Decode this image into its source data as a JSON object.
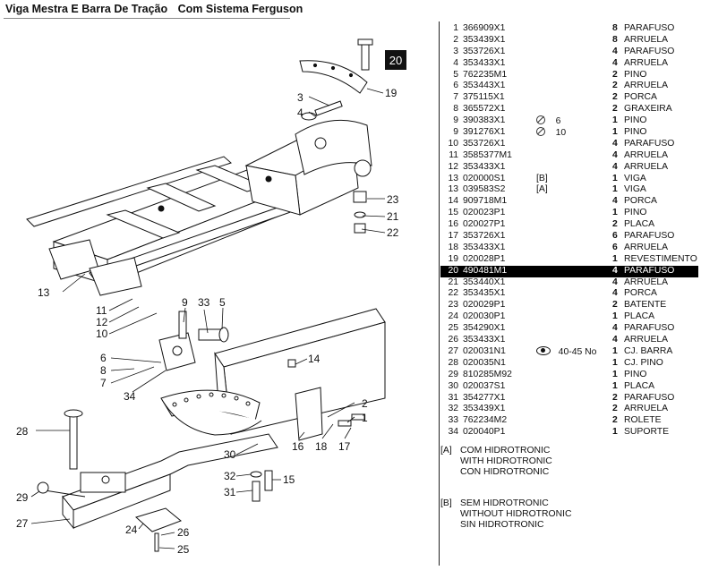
{
  "header": {
    "title": "Viga Mestra E Barra De Tração",
    "subtitle": "Com Sistema Ferguson"
  },
  "highlight_badge": "20",
  "callouts": [
    "1",
    "2",
    "3",
    "4",
    "5",
    "6",
    "7",
    "8",
    "9",
    "10",
    "11",
    "12",
    "13",
    "14",
    "15",
    "16",
    "17",
    "18",
    "19",
    "21",
    "22",
    "23",
    "24",
    "25",
    "26",
    "27",
    "28",
    "29",
    "30",
    "31",
    "32",
    "33",
    "34"
  ],
  "parts": [
    {
      "ref": "1",
      "pn": "366909X1",
      "note": "",
      "qty": "8",
      "desc": "PARAFUSO"
    },
    {
      "ref": "2",
      "pn": "353439X1",
      "note": "",
      "qty": "8",
      "desc": "ARRUELA"
    },
    {
      "ref": "3",
      "pn": "353726X1",
      "note": "",
      "qty": "4",
      "desc": "PARAFUSO"
    },
    {
      "ref": "4",
      "pn": "353433X1",
      "note": "",
      "qty": "4",
      "desc": "ARRUELA"
    },
    {
      "ref": "5",
      "pn": "762235M1",
      "note": "",
      "qty": "2",
      "desc": "PINO"
    },
    {
      "ref": "6",
      "pn": "353443X1",
      "note": "",
      "qty": "2",
      "desc": "ARRUELA"
    },
    {
      "ref": "7",
      "pn": "375115X1",
      "note": "",
      "qty": "2",
      "desc": "PORCA"
    },
    {
      "ref": "8",
      "pn": "365572X1",
      "note": "",
      "qty": "2",
      "desc": "GRAXEIRA"
    },
    {
      "ref": "9",
      "pn": "390383X1",
      "note": "6",
      "icon": "diameter",
      "qty": "1",
      "desc": "PINO"
    },
    {
      "ref": "9",
      "pn": "391276X1",
      "note": "10",
      "icon": "diameter",
      "qty": "1",
      "desc": "PINO"
    },
    {
      "ref": "10",
      "pn": "353726X1",
      "note": "",
      "qty": "4",
      "desc": "PARAFUSO"
    },
    {
      "ref": "11",
      "pn": "3585377M1",
      "note": "",
      "qty": "4",
      "desc": "ARRUELA"
    },
    {
      "ref": "12",
      "pn": "353433X1",
      "note": "",
      "qty": "4",
      "desc": "ARRUELA"
    },
    {
      "ref": "13",
      "pn": "020000S1",
      "note": "[B]",
      "qty": "1",
      "desc": "VIGA"
    },
    {
      "ref": "13",
      "pn": "039583S2",
      "note": "[A]",
      "qty": "1",
      "desc": "VIGA"
    },
    {
      "ref": "14",
      "pn": "909718M1",
      "note": "",
      "qty": "4",
      "desc": "PORCA"
    },
    {
      "ref": "15",
      "pn": "020023P1",
      "note": "",
      "qty": "1",
      "desc": "PINO"
    },
    {
      "ref": "16",
      "pn": "020027P1",
      "note": "",
      "qty": "2",
      "desc": "PLACA"
    },
    {
      "ref": "17",
      "pn": "353726X1",
      "note": "",
      "qty": "6",
      "desc": "PARAFUSO"
    },
    {
      "ref": "18",
      "pn": "353433X1",
      "note": "",
      "qty": "6",
      "desc": "ARRUELA"
    },
    {
      "ref": "19",
      "pn": "020028P1",
      "note": "",
      "qty": "1",
      "desc": "REVESTIMENTO"
    },
    {
      "ref": "20",
      "pn": "490481M1",
      "note": "",
      "qty": "4",
      "desc": "PARAFUSO",
      "highlight": true
    },
    {
      "ref": "21",
      "pn": "353440X1",
      "note": "",
      "qty": "4",
      "desc": "ARRUELA"
    },
    {
      "ref": "22",
      "pn": "353435X1",
      "note": "",
      "qty": "4",
      "desc": "PORCA"
    },
    {
      "ref": "23",
      "pn": "020029P1",
      "note": "",
      "qty": "2",
      "desc": "BATENTE"
    },
    {
      "ref": "24",
      "pn": "020030P1",
      "note": "",
      "qty": "1",
      "desc": "PLACA"
    },
    {
      "ref": "25",
      "pn": "354290X1",
      "note": "",
      "qty": "4",
      "desc": "PARAFUSO"
    },
    {
      "ref": "26",
      "pn": "353433X1",
      "note": "",
      "qty": "4",
      "desc": "ARRUELA"
    },
    {
      "ref": "27",
      "pn": "020031N1",
      "note": "40-45 No",
      "icon": "eye",
      "qty": "1",
      "desc": "CJ. BARRA"
    },
    {
      "ref": "28",
      "pn": "020035N1",
      "note": "",
      "qty": "1",
      "desc": "CJ. PINO"
    },
    {
      "ref": "29",
      "pn": "810285M92",
      "note": "",
      "qty": "1",
      "desc": "PINO"
    },
    {
      "ref": "30",
      "pn": "020037S1",
      "note": "",
      "qty": "1",
      "desc": "PLACA"
    },
    {
      "ref": "31",
      "pn": "354277X1",
      "note": "",
      "qty": "2",
      "desc": "PARAFUSO"
    },
    {
      "ref": "32",
      "pn": "353439X1",
      "note": "",
      "qty": "2",
      "desc": "ARRUELA"
    },
    {
      "ref": "33",
      "pn": "762234M2",
      "note": "",
      "qty": "2",
      "desc": "ROLETE"
    },
    {
      "ref": "34",
      "pn": "020040P1",
      "note": "",
      "qty": "1",
      "desc": "SUPORTE"
    }
  ],
  "notes": [
    {
      "tag": "[A]",
      "lines": [
        "COM HIDROTRONIC",
        "WITH HIDROTRONIC",
        "CON HIDROTRONIC"
      ]
    },
    {
      "tag": "[B]",
      "lines": [
        "SEM HIDROTRONIC",
        "WITHOUT HIDROTRONIC",
        "SIN HIDROTRONIC"
      ]
    }
  ]
}
